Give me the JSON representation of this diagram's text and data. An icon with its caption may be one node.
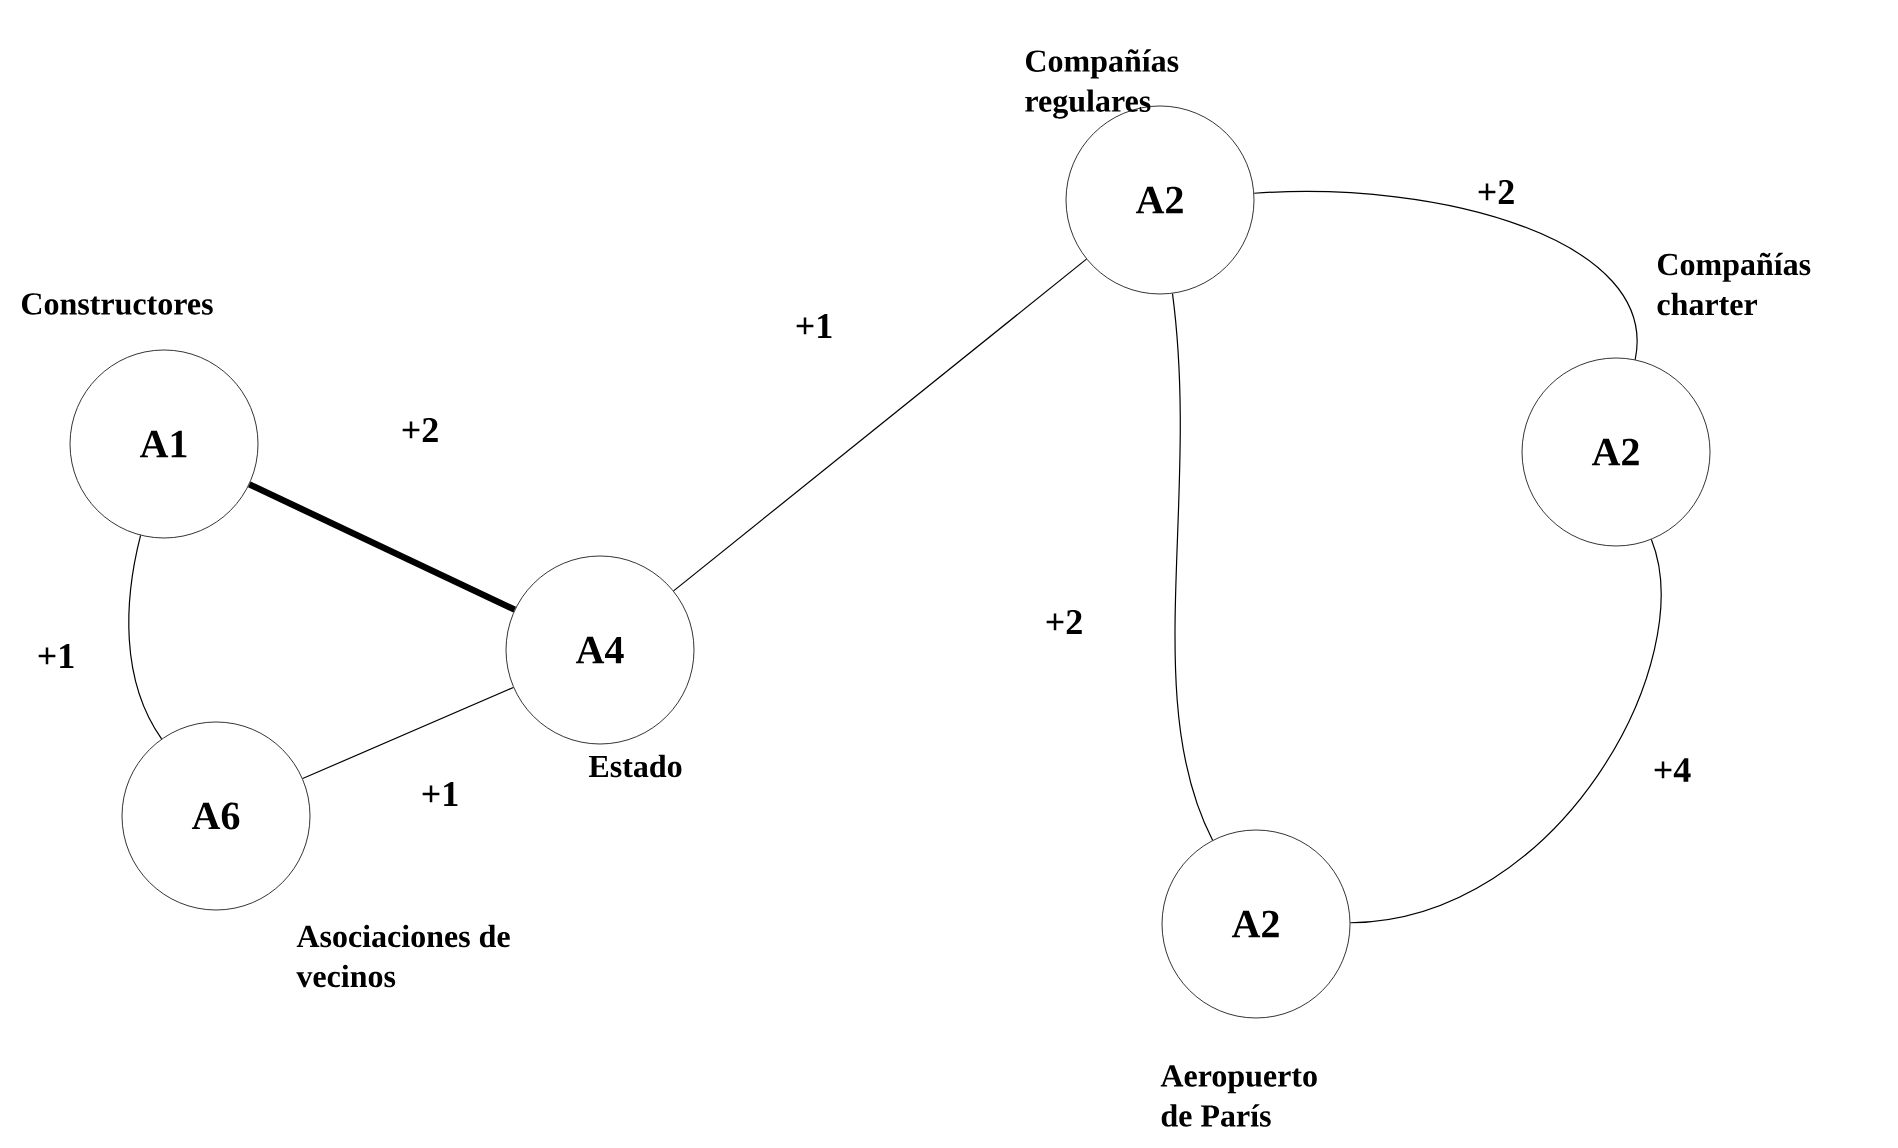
{
  "diagram": {
    "nodes": [
      {
        "text": [
          "A1"
        ],
        "beside": [
          "Constructores"
        ]
      },
      {
        "text": [
          "A6"
        ],
        "beside": [
          "Asociaciones de vecinos"
        ]
      },
      {
        "text": [
          "A4"
        ],
        "beside": [
          "Estado"
        ]
      },
      {
        "text": [
          "A2"
        ],
        "beside": [
          "Compañías regulares"
        ]
      },
      {
        "text": [
          "A2"
        ],
        "beside": [
          "Compañías charter"
        ]
      },
      {
        "text": [
          "A2"
        ],
        "beside": [
          "Aeropuerto de París"
        ]
      }
    ],
    "edges": [
      {
        "from": 0,
        "to": 2,
        "arrow": "none",
        "label": "+2",
        "style": "thick"
      },
      {
        "from": 0,
        "to": 1,
        "arrow": "none",
        "label": "+1"
      },
      {
        "from": 1,
        "to": 2,
        "arrow": "none",
        "label": "+1"
      },
      {
        "from": 2,
        "to": 3,
        "arrow": "none",
        "label": "+1"
      },
      {
        "from": 3,
        "to": 4,
        "arrow": "none",
        "label": "+2"
      },
      {
        "from": 3,
        "to": 5,
        "arrow": "none",
        "label": "+2"
      },
      {
        "from": 4,
        "to": 5,
        "arrow": "none",
        "label": "+4"
      }
    ]
  }
}
